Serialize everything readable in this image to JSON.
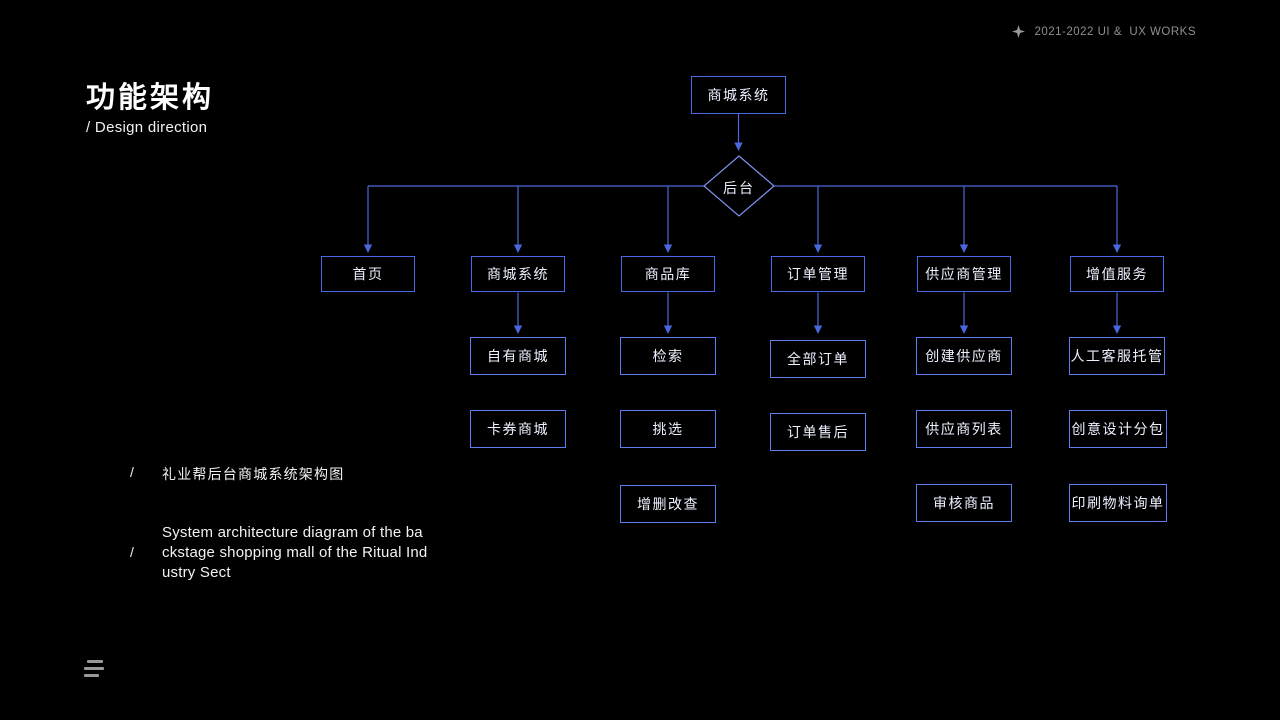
{
  "meta": {
    "watermark": "2021-2022 UI &  UX WORKS",
    "icons": {
      "sparkle": "four-point-star",
      "menu": "three-line-menu"
    }
  },
  "header": {
    "title": "功能架构",
    "subtitle": "/ Design direction"
  },
  "flowchart": {
    "root": "商城系统",
    "hub": "后台",
    "columns": [
      {
        "root": "首页",
        "children": []
      },
      {
        "root": "商城系统",
        "children": [
          "自有商城",
          "卡券商城"
        ]
      },
      {
        "root": "商品库",
        "children": [
          "检索",
          "挑选",
          "增删改查"
        ]
      },
      {
        "root": "订单管理",
        "children": [
          "全部订单",
          "订单售后"
        ]
      },
      {
        "root": "供应商管理",
        "children": [
          "创建供应商",
          "供应商列表",
          "审核商品"
        ]
      },
      {
        "root": "增值服务",
        "children": [
          "人工客服托管",
          "创意设计分包",
          "印刷物料询单"
        ]
      }
    ]
  },
  "captions": {
    "slash": "/",
    "zh": "礼业帮后台商城系统架构图",
    "en": "System architecture diagram of the ba\nckstage shopping mall of the Ritual Ind\nustry Sect"
  },
  "colors": {
    "background": "#000000",
    "wire": "#4a68dd",
    "parent_border": "#4868e8",
    "child_border": "#5d7cf2",
    "diamond_border": "#8093ee",
    "node_text": "#edf1ff",
    "muted_gray": "#8f8f8f"
  }
}
